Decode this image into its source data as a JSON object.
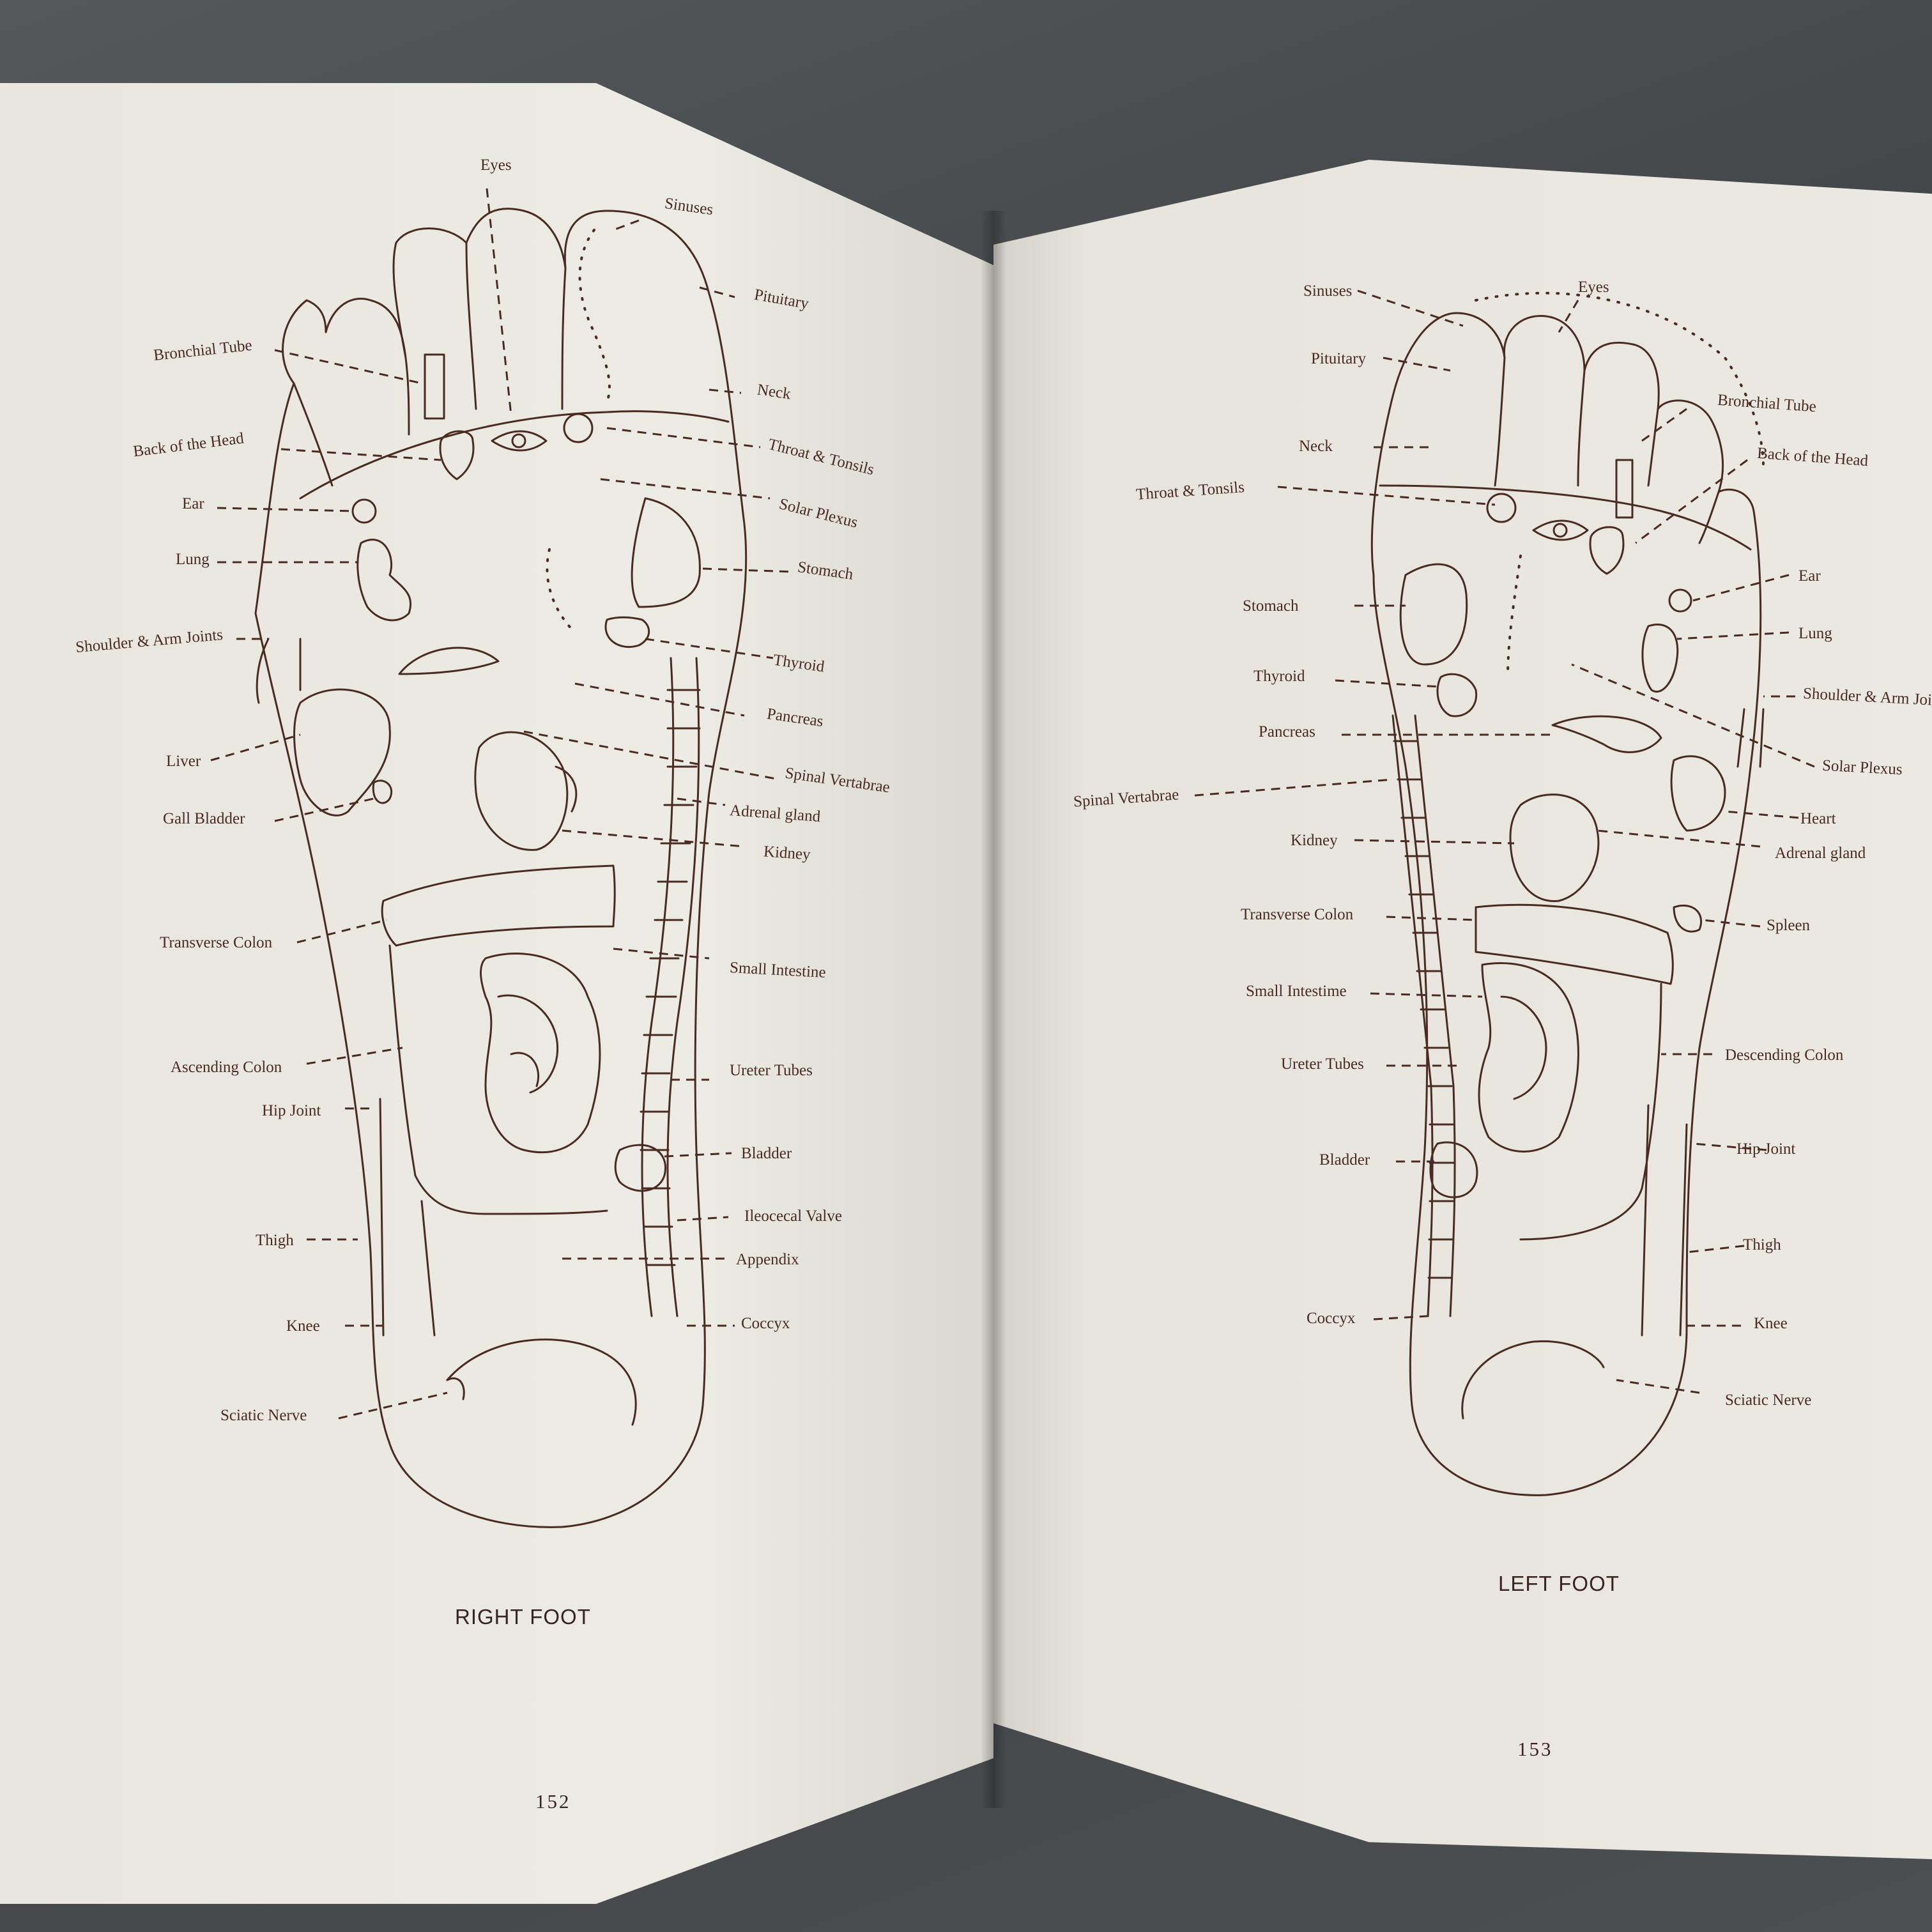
{
  "right_foot": {
    "caption": "RIGHT FOOT",
    "page_number": "152",
    "labels": {
      "eyes": "Eyes",
      "sinuses": "Sinuses",
      "pituitary": "Pituitary",
      "bronchial_tube": "Bronchial Tube",
      "neck": "Neck",
      "back_of_head": "Back of the Head",
      "throat_tonsils": "Throat & Tonsils",
      "ear": "Ear",
      "solar_plexus": "Solar Plexus",
      "lung": "Lung",
      "stomach": "Stomach",
      "shoulder_arm": "Shoulder & Arm Joints",
      "thyroid": "Thyroid",
      "pancreas": "Pancreas",
      "liver": "Liver",
      "spinal": "Spinal Vertabrae",
      "gall_bladder": "Gall Bladder",
      "adrenal": "Adrenal gland",
      "kidney": "Kidney",
      "transverse_colon": "Transverse Colon",
      "small_intestine": "Small Intestine",
      "ascending_colon": "Ascending Colon",
      "ureter": "Ureter Tubes",
      "hip": "Hip Joint",
      "bladder": "Bladder",
      "thigh": "Thigh",
      "ileocecal": "Ileocecal Valve",
      "appendix": "Appendix",
      "knee": "Knee",
      "coccyx": "Coccyx",
      "sciatic": "Sciatic Nerve"
    }
  },
  "left_foot": {
    "caption": "LEFT FOOT",
    "page_number": "153",
    "labels": {
      "sinuses": "Sinuses",
      "eyes": "Eyes",
      "pituitary": "Pituitary",
      "bronchial_tube": "Bronchial Tube",
      "neck": "Neck",
      "back_of_head": "Back of the Head",
      "throat_tonsils": "Throat & Tonsils",
      "ear": "Ear",
      "stomach": "Stomach",
      "lung": "Lung",
      "thyroid": "Thyroid",
      "shoulder_arm": "Shoulder & Arm Joints",
      "pancreas": "Pancreas",
      "solar_plexus": "Solar Plexus",
      "spinal": "Spinal Vertabrae",
      "heart": "Heart",
      "kidney": "Kidney",
      "adrenal": "Adrenal gland",
      "transverse_colon": "Transverse Colon",
      "spleen": "Spleen",
      "small_intestine": "Small Intestime",
      "ureter": "Ureter Tubes",
      "descending_colon": "Descending Colon",
      "hip": "Hip Joint",
      "bladder": "Bladder",
      "thigh": "Thigh",
      "coccyx": "Coccyx",
      "knee": "Knee",
      "sciatic": "Sciatic Nerve"
    }
  },
  "colors": {
    "ink": "#4a2b22",
    "paper": "#e9e7df",
    "table": "#4a4d50"
  }
}
